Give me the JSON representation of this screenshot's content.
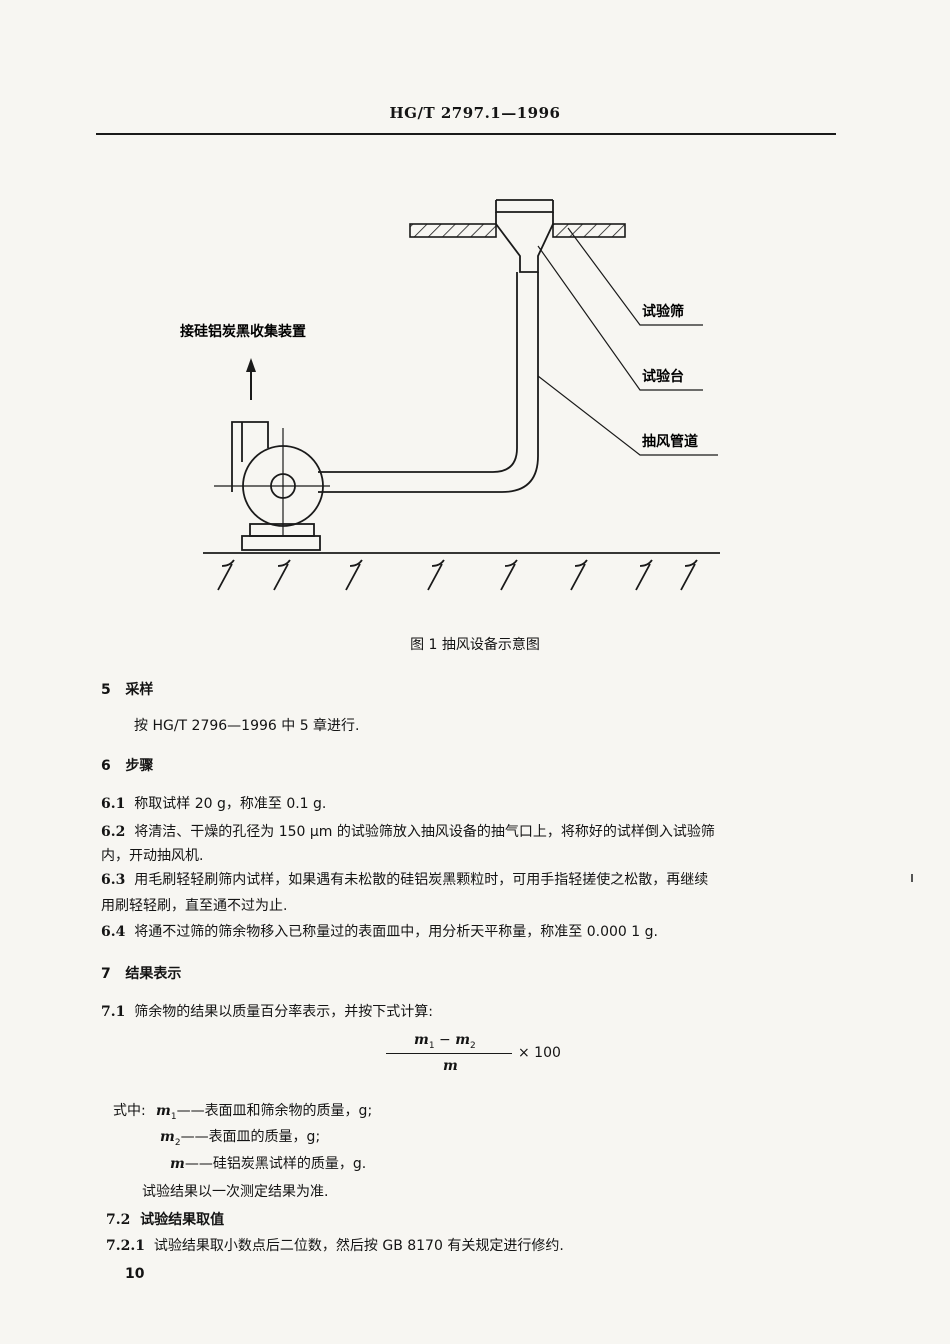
{
  "header": {
    "title": "HG/T 2797.1—1996"
  },
  "figure": {
    "labels": {
      "sieve": "试验筛",
      "platform": "试验台",
      "duct": "抽风管道",
      "outlet": "接硅铝炭黑收集装置"
    },
    "caption": "图 1   抽风设备示意图"
  },
  "sections": {
    "s5": {
      "num": "5",
      "title": "采样",
      "text": "按 HG/T 2796—1996 中 5 章进行."
    },
    "s6": {
      "num": "6",
      "title": "步骤",
      "items": [
        {
          "num": "6.1",
          "text": "称取试样 20 g，称准至 0.1 g."
        },
        {
          "num": "6.2",
          "text": "将清洁、干燥的孔径为 150 μm 的试验筛放入抽风设备的抽气口上，将称好的试样倒入试验筛",
          "cont": "内，开动抽风机."
        },
        {
          "num": "6.3",
          "text": "用毛刷轻轻刷筛内试样，如果遇有未松散的硅铝炭黑颗粒时，可用手指轻搓使之松散，再继续",
          "cont": "用刷轻轻刷，直至通不过为止."
        },
        {
          "num": "6.4",
          "text": "将通不过筛的筛余物移入已称量过的表面皿中，用分析天平称量，称准至 0.000 1 g."
        }
      ]
    },
    "s7": {
      "num": "7",
      "title": "结果表示",
      "s71": {
        "num": "7.1",
        "text": "筛余物的结果以质量百分率表示，并按下式计算:"
      },
      "formula": {
        "num_a": "m",
        "sub_a": "1",
        "minus": "−",
        "num_b": "m",
        "sub_b": "2",
        "den": "m",
        "times": "× 100"
      },
      "where_label": "式中:",
      "defs": [
        {
          "sym": "m",
          "sub": "1",
          "text": "——表面皿和筛余物的质量，g;"
        },
        {
          "sym": "m",
          "sub": "2",
          "text": "——表面皿的质量，g;"
        },
        {
          "sym": "m",
          "sub": "",
          "text": "——硅铝炭黑试样的质量，g."
        }
      ],
      "note": "试验结果以一次测定结果为准.",
      "s72": {
        "num": "7.2",
        "title": "试验结果取值"
      },
      "s721": {
        "num": "7.2.1",
        "text": "试验结果取小数点后二位数，然后按 GB 8170 有关规定进行修约."
      }
    }
  },
  "footer": {
    "page": "10"
  }
}
